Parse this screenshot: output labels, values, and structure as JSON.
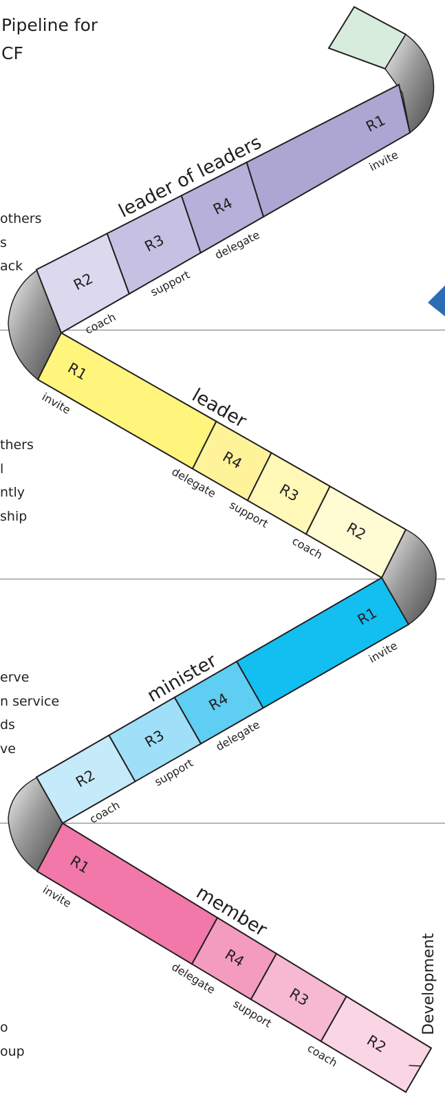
{
  "title_lines": [
    "Pipeline for",
    "CF"
  ],
  "side_text": {
    "leader_of_leaders": [
      "others",
      "s",
      "ack"
    ],
    "leader": [
      "thers",
      "l",
      "ntly",
      "ship"
    ],
    "minister": [
      "erve",
      "n service",
      "ds",
      "ve"
    ],
    "member": [
      "o",
      "oup"
    ]
  },
  "levels": [
    {
      "name": "leader of leaders",
      "color_r1": "#ada6d3",
      "color_r4": "#b6b0da",
      "color_r3": "#c6c1e3",
      "color_r2": "#dcd9ef",
      "labels": {
        "r1": "R1",
        "r4": "R4",
        "r3": "R3",
        "r2": "R2"
      },
      "actions": {
        "invite": "invite",
        "delegate": "delegate",
        "support": "support",
        "coach": "coach"
      }
    },
    {
      "name": "leader",
      "color_r1": "#fff57d",
      "color_r4": "#fff39a",
      "color_r3": "#fff8b7",
      "color_r2": "#fffbd3",
      "labels": {
        "r1": "R1",
        "r4": "R4",
        "r3": "R3",
        "r2": "R2"
      },
      "actions": {
        "invite": "invite",
        "delegate": "delegate",
        "support": "support",
        "coach": "coach"
      }
    },
    {
      "name": "minister",
      "color_r1": "#12bff0",
      "color_r4": "#5fcef3",
      "color_r3": "#9fdff7",
      "color_r2": "#c5eaf9",
      "labels": {
        "r1": "R1",
        "r4": "R4",
        "r3": "R3",
        "r2": "R2"
      },
      "actions": {
        "invite": "invite",
        "delegate": "delegate",
        "support": "support",
        "coach": "coach"
      }
    },
    {
      "name": "member",
      "color_r1": "#f178a9",
      "color_r4": "#f49bc0",
      "color_r3": "#f7b8d1",
      "color_r2": "#fad5e4",
      "labels": {
        "r1": "R1",
        "r4": "R4",
        "r3": "R3",
        "r2": "R2"
      },
      "actions": {
        "invite": "invite",
        "delegate": "delegate",
        "support": "support",
        "coach": "coach"
      }
    }
  ],
  "right_vertical_label": "Development",
  "top_block_color": "#d8ecdd",
  "accent_color": "#2b6db4"
}
